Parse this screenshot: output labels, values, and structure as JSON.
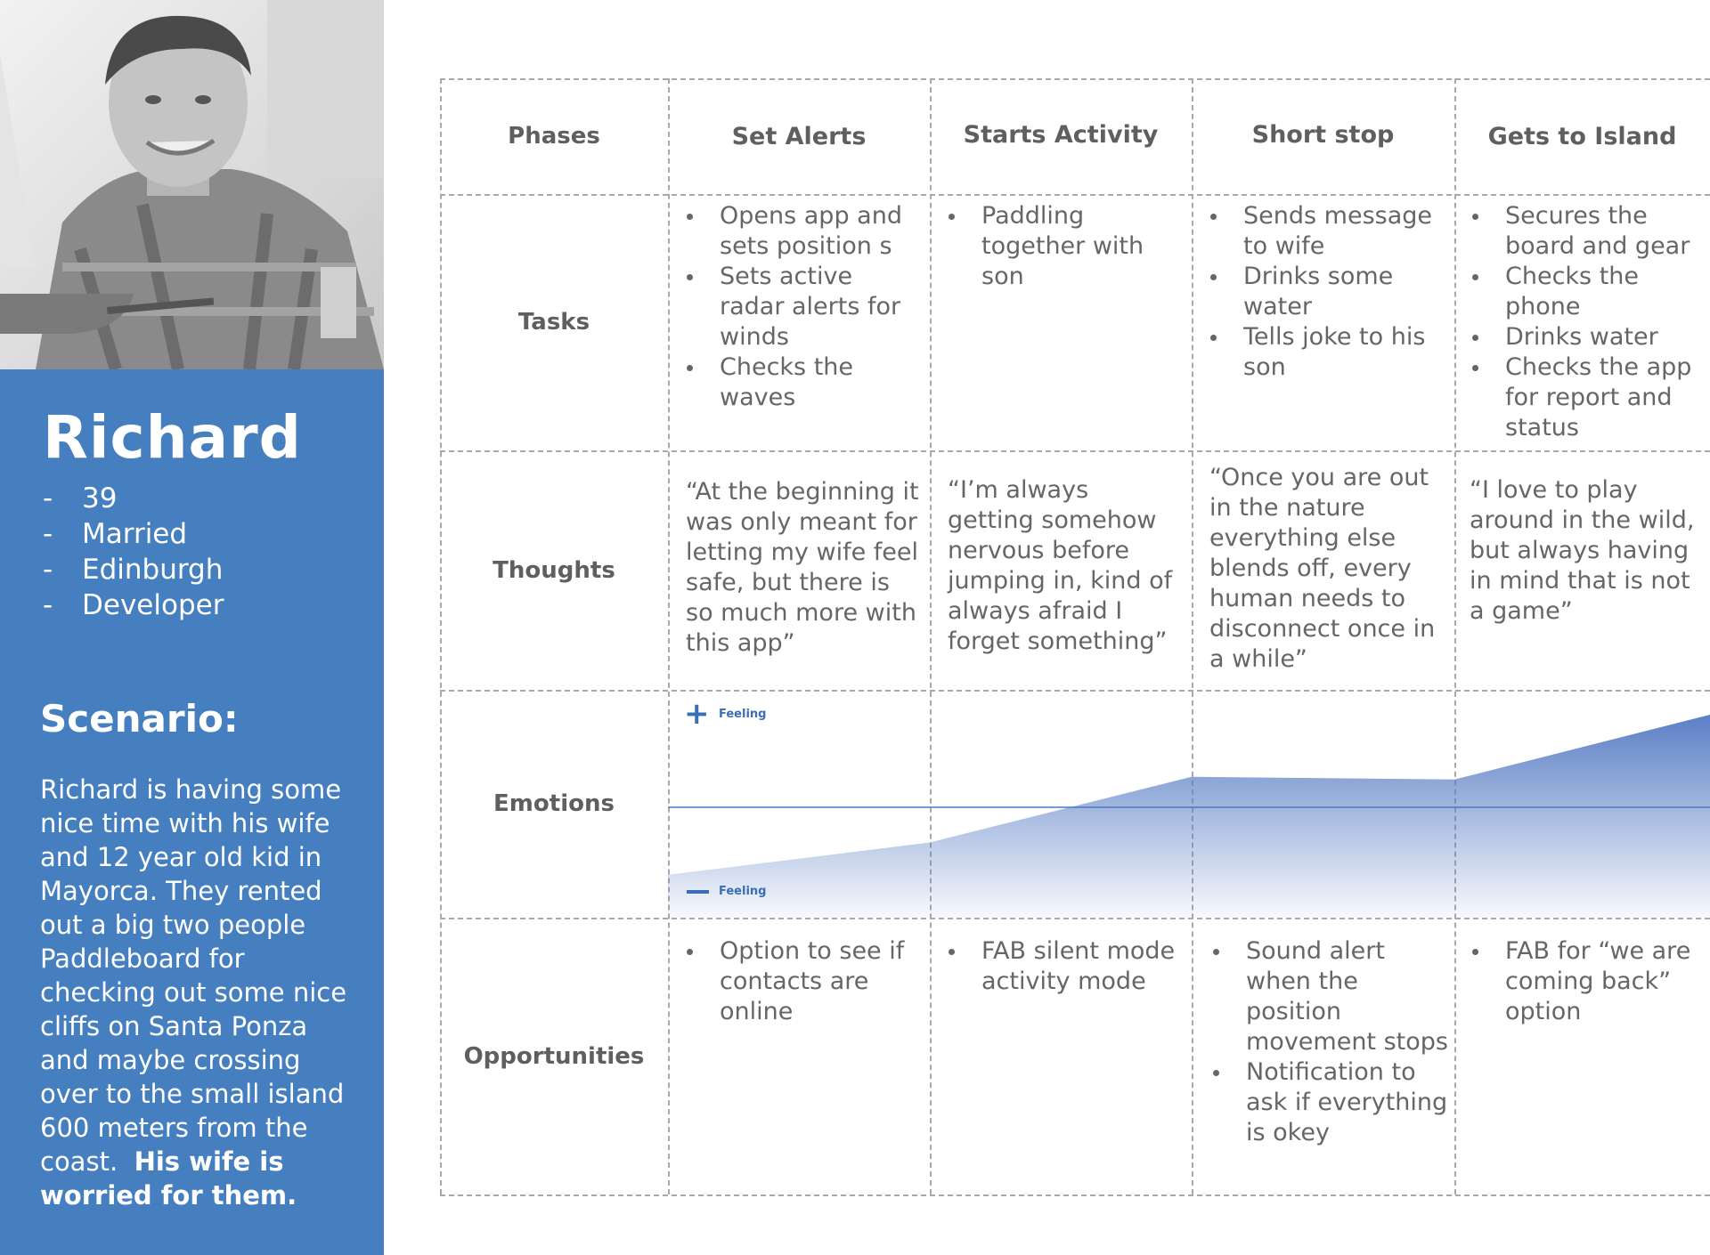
{
  "persona": {
    "name": "Richard",
    "facts": [
      "39",
      "Married",
      "Edinburgh",
      "Developer"
    ],
    "scenario_title": "Scenario:",
    "scenario_text": "Richard is having some nice time with his wife and 12 year old kid in Mayorca. They rented out a big two people Paddleboard for checking out some nice cliffs on Santa Ponza and maybe crossing over to the small island 600 meters from the coast.",
    "scenario_emphasis": "His wife is worried for them."
  },
  "rows": {
    "phases": "Phases",
    "tasks": "Tasks",
    "thoughts": "Thoughts",
    "emotions": "Emotions",
    "opportunities": "Opportunities"
  },
  "columns": [
    {
      "phase": "Set Alerts",
      "tasks": [
        "Opens app and sets position s",
        "Sets active radar alerts for winds",
        "Checks the waves"
      ],
      "thought": "“At the beginning it was only meant for letting my wife feel safe, but there is so much more with this app”",
      "opportunities": [
        "Option to see if contacts are online"
      ]
    },
    {
      "phase": "Starts Activity",
      "tasks": [
        "Paddling together with son"
      ],
      "thought": "“I’m always getting somehow nervous before jumping in, kind of always afraid I forget something”",
      "opportunities": [
        "FAB silent mode activity mode"
      ]
    },
    {
      "phase": "Short stop",
      "tasks": [
        "Sends message to wife",
        "Drinks some water",
        "Tells joke to his son"
      ],
      "thought": "“Once you are out in the nature everything else blends off, every human needs to disconnect once in a while”",
      "opportunities": [
        "Sound alert when the position movement stops",
        "Notification to ask if everything is okey"
      ]
    },
    {
      "phase": "Gets to Island",
      "tasks": [
        "Secures the board and gear",
        "Checks the phone",
        "Drinks water",
        "Checks the app for report and status"
      ],
      "thought": "“I love to play around in the wild, but always having in mind that is not a game”",
      "opportunities": [
        "FAB for “we are coming back” option"
      ]
    }
  ],
  "emotion": {
    "positive_label": "Feeling",
    "negative_label": "Feeling",
    "levels": [
      -0.73,
      -0.38,
      0.33,
      0.3,
      1.0
    ],
    "fill_color": "#5b7fc6"
  }
}
